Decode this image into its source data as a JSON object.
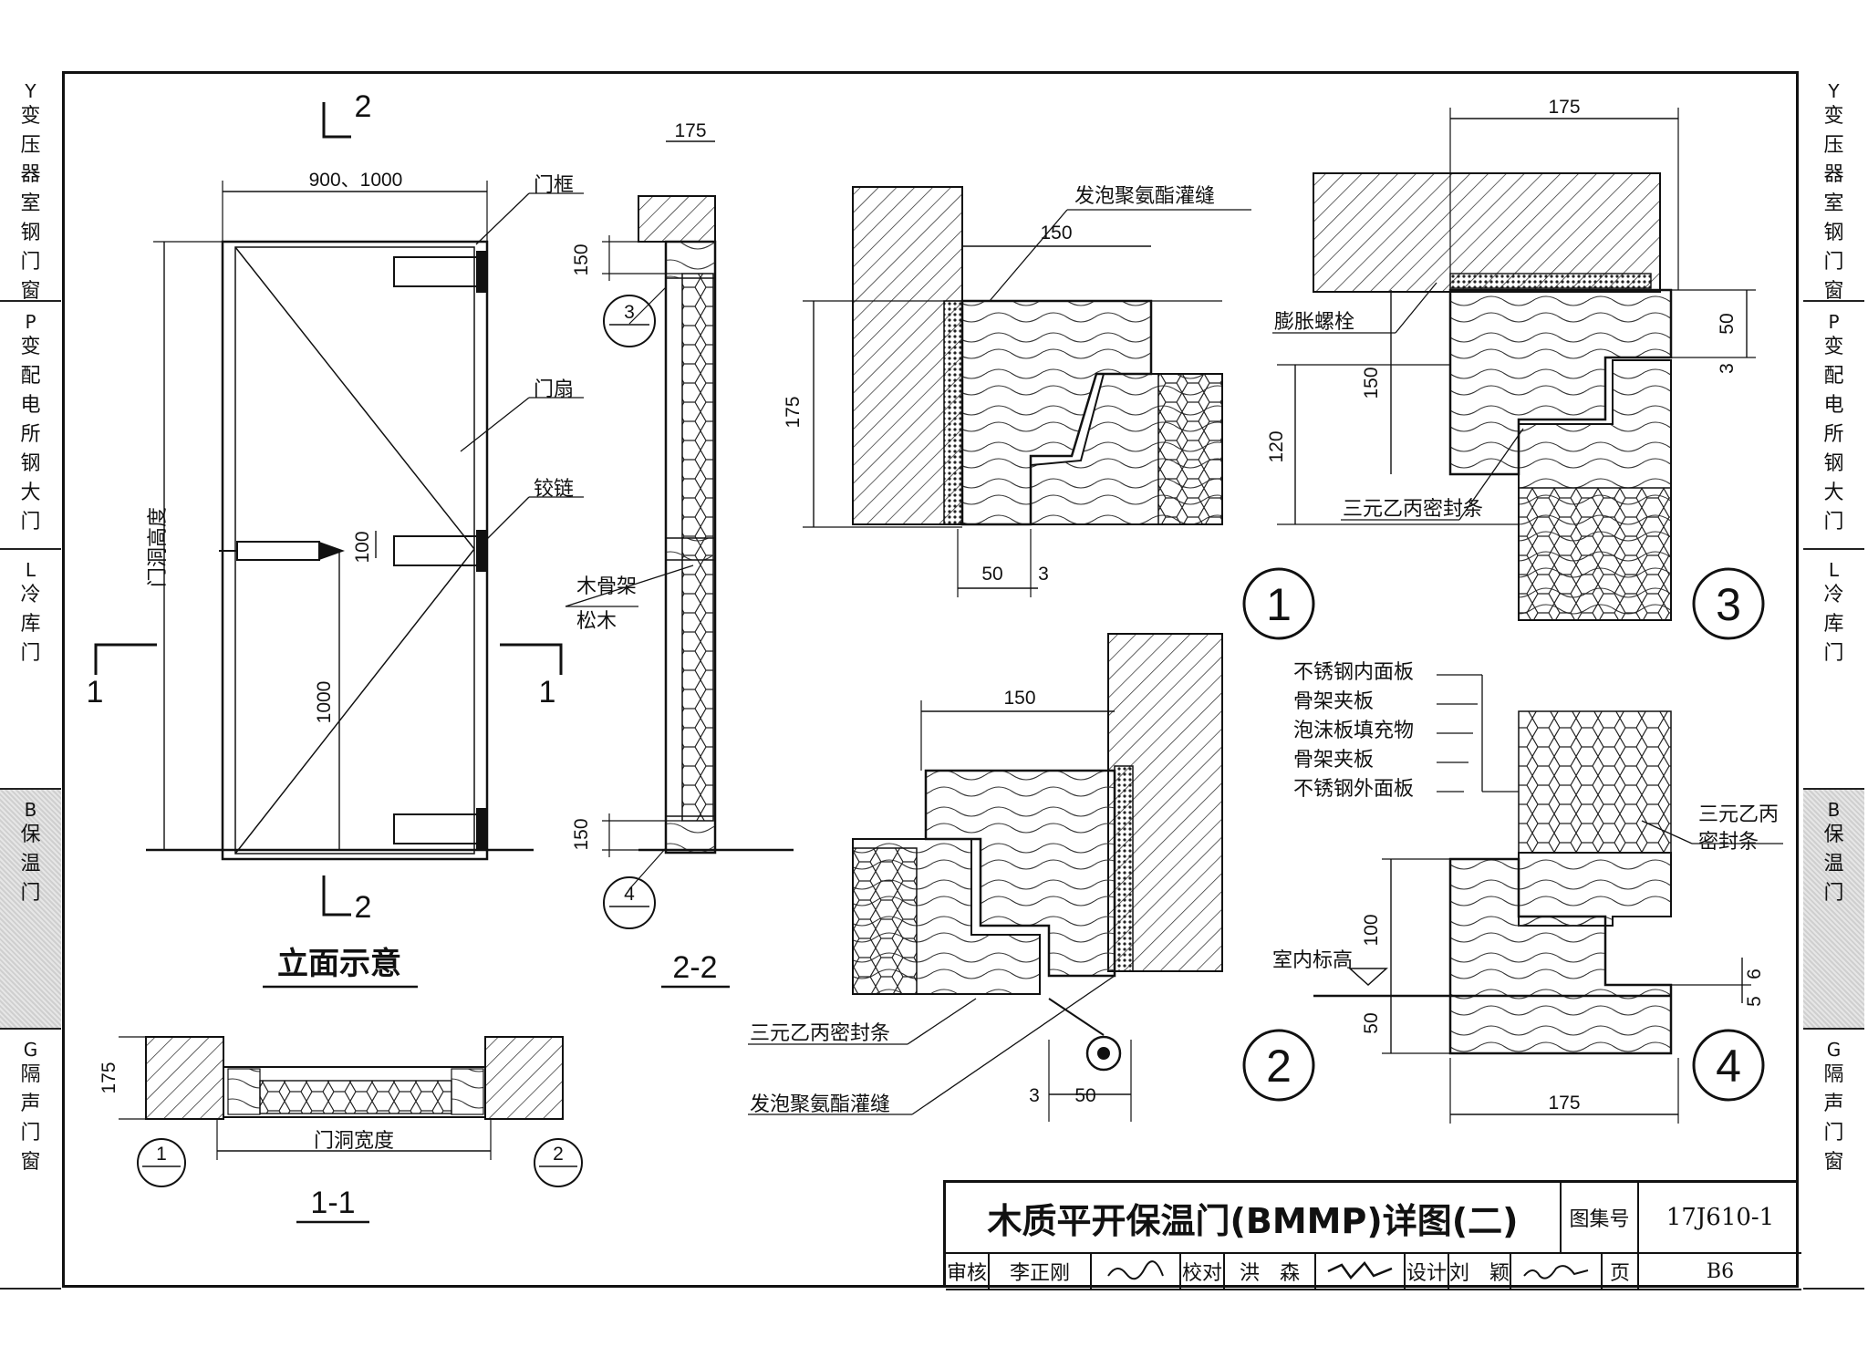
{
  "left_tabs": [
    {
      "code": "Y",
      "chars": [
        "变",
        "压",
        "器",
        "室",
        "钢",
        "门",
        "窗"
      ],
      "active": false
    },
    {
      "code": "P",
      "chars": [
        "变",
        "配",
        "电",
        "所",
        "钢",
        "大",
        "门"
      ],
      "active": false
    },
    {
      "code": "L",
      "chars": [
        "冷",
        "库",
        "门"
      ],
      "active": false
    },
    {
      "code": "B",
      "chars": [
        "保",
        "温",
        "门"
      ],
      "active": true
    },
    {
      "code": "G",
      "chars": [
        "隔",
        "声",
        "门",
        "窗"
      ],
      "active": false
    }
  ],
  "right_tabs": [
    {
      "code": "Y",
      "chars": [
        "变",
        "压",
        "器",
        "室",
        "钢",
        "门",
        "窗"
      ],
      "active": false
    },
    {
      "code": "P",
      "chars": [
        "变",
        "配",
        "电",
        "所",
        "钢",
        "大",
        "门"
      ],
      "active": false
    },
    {
      "code": "L",
      "chars": [
        "冷",
        "库",
        "门"
      ],
      "active": false
    },
    {
      "code": "B",
      "chars": [
        "保",
        "温",
        "门"
      ],
      "active": true
    },
    {
      "code": "G",
      "chars": [
        "隔",
        "声",
        "门",
        "窗"
      ],
      "active": false
    }
  ],
  "elevation": {
    "caption": "立面示意",
    "width_dim": "900、1000",
    "height_label": "门洞高度",
    "handle_height": "1000",
    "hinge_dim": "100",
    "label_frame": "门框",
    "label_leaf": "门扇",
    "label_hinge": "铰链",
    "cut_1": "1",
    "cut_2": "2"
  },
  "section_22": {
    "caption": "2-2",
    "dim_top": "175",
    "dim_150_top": "150",
    "dim_150_bottom": "150",
    "ref_top": "3",
    "ref_bottom": "4",
    "label_frame_wood": "木骨架",
    "label_pine": "松木"
  },
  "section_11": {
    "caption": "1-1",
    "dim_depth": "175",
    "label_opening_width": "门洞宽度",
    "ref_left": "1",
    "ref_right": "2"
  },
  "detail_1": {
    "number": "1",
    "label_foam": "发泡聚氨酯灌缝",
    "dim_150": "150",
    "dim_175": "175",
    "dim_50": "50",
    "dim_3": "3"
  },
  "detail_2": {
    "number": "2",
    "dim_150": "150",
    "dim_3": "3",
    "dim_50": "50",
    "label_seal": "三元乙丙密封条",
    "label_foam": "发泡聚氨酯灌缝"
  },
  "detail_3": {
    "number": "3",
    "dim_175": "175",
    "dim_150": "150",
    "dim_120": "120",
    "dim_50": "50",
    "dim_3": "3",
    "label_bolt": "膨胀螺栓",
    "label_seal": "三元乙丙密封条"
  },
  "detail_4": {
    "number": "4",
    "dim_100": "100",
    "dim_50": "50",
    "dim_175": "175",
    "dim_6": "6",
    "dim_5": "5",
    "label_floor": "室内标高",
    "label_seal_1": "三元乙丙",
    "label_seal_2": "密封条"
  },
  "layers": [
    "不锈钢内面板",
    "骨架夹板",
    "泡沫板填充物",
    "骨架夹板",
    "不锈钢外面板"
  ],
  "title_block": {
    "title": "木质平开保温门(BMMP)详图(二)",
    "atlas_label": "图集号",
    "atlas_no": "17J610-1",
    "review_label": "审核",
    "reviewer": "李正刚",
    "check_label": "校对",
    "checker": "洪　森",
    "design_label": "设计",
    "designer": "刘　颖",
    "page_label": "页",
    "page_no": "B6"
  }
}
